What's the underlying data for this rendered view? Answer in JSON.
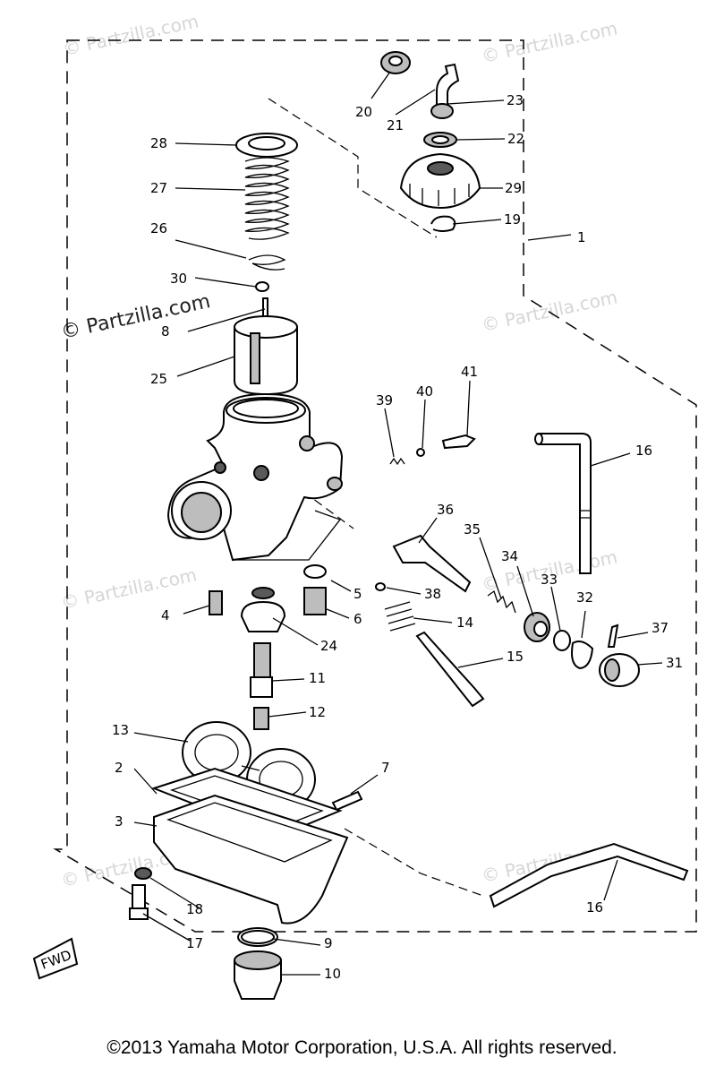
{
  "watermark": {
    "text": "© Partzilla.com"
  },
  "callouts": [
    {
      "id": "1",
      "label": "1"
    },
    {
      "id": "2",
      "label": "2"
    },
    {
      "id": "3",
      "label": "3"
    },
    {
      "id": "4",
      "label": "4"
    },
    {
      "id": "5",
      "label": "5"
    },
    {
      "id": "6",
      "label": "6"
    },
    {
      "id": "7",
      "label": "7"
    },
    {
      "id": "8",
      "label": "8"
    },
    {
      "id": "9",
      "label": "9"
    },
    {
      "id": "10",
      "label": "10"
    },
    {
      "id": "11",
      "label": "11"
    },
    {
      "id": "12",
      "label": "12"
    },
    {
      "id": "13",
      "label": "13"
    },
    {
      "id": "14",
      "label": "14"
    },
    {
      "id": "15",
      "label": "15"
    },
    {
      "id": "16a",
      "label": "16"
    },
    {
      "id": "16b",
      "label": "16"
    },
    {
      "id": "17",
      "label": "17"
    },
    {
      "id": "18",
      "label": "18"
    },
    {
      "id": "19",
      "label": "19"
    },
    {
      "id": "20",
      "label": "20"
    },
    {
      "id": "21",
      "label": "21"
    },
    {
      "id": "22",
      "label": "22"
    },
    {
      "id": "23",
      "label": "23"
    },
    {
      "id": "24",
      "label": "24"
    },
    {
      "id": "25",
      "label": "25"
    },
    {
      "id": "26",
      "label": "26"
    },
    {
      "id": "27",
      "label": "27"
    },
    {
      "id": "28",
      "label": "28"
    },
    {
      "id": "29",
      "label": "29"
    },
    {
      "id": "30",
      "label": "30"
    },
    {
      "id": "31",
      "label": "31"
    },
    {
      "id": "32",
      "label": "32"
    },
    {
      "id": "33",
      "label": "33"
    },
    {
      "id": "34",
      "label": "34"
    },
    {
      "id": "35",
      "label": "35"
    },
    {
      "id": "36",
      "label": "36"
    },
    {
      "id": "37",
      "label": "37"
    },
    {
      "id": "38",
      "label": "38"
    },
    {
      "id": "39",
      "label": "39"
    },
    {
      "id": "40",
      "label": "40"
    },
    {
      "id": "41",
      "label": "41"
    }
  ],
  "fwd_marker": "FWD",
  "copyright": "©2013  Yamaha Motor Corporation, U.S.A. All rights reserved."
}
